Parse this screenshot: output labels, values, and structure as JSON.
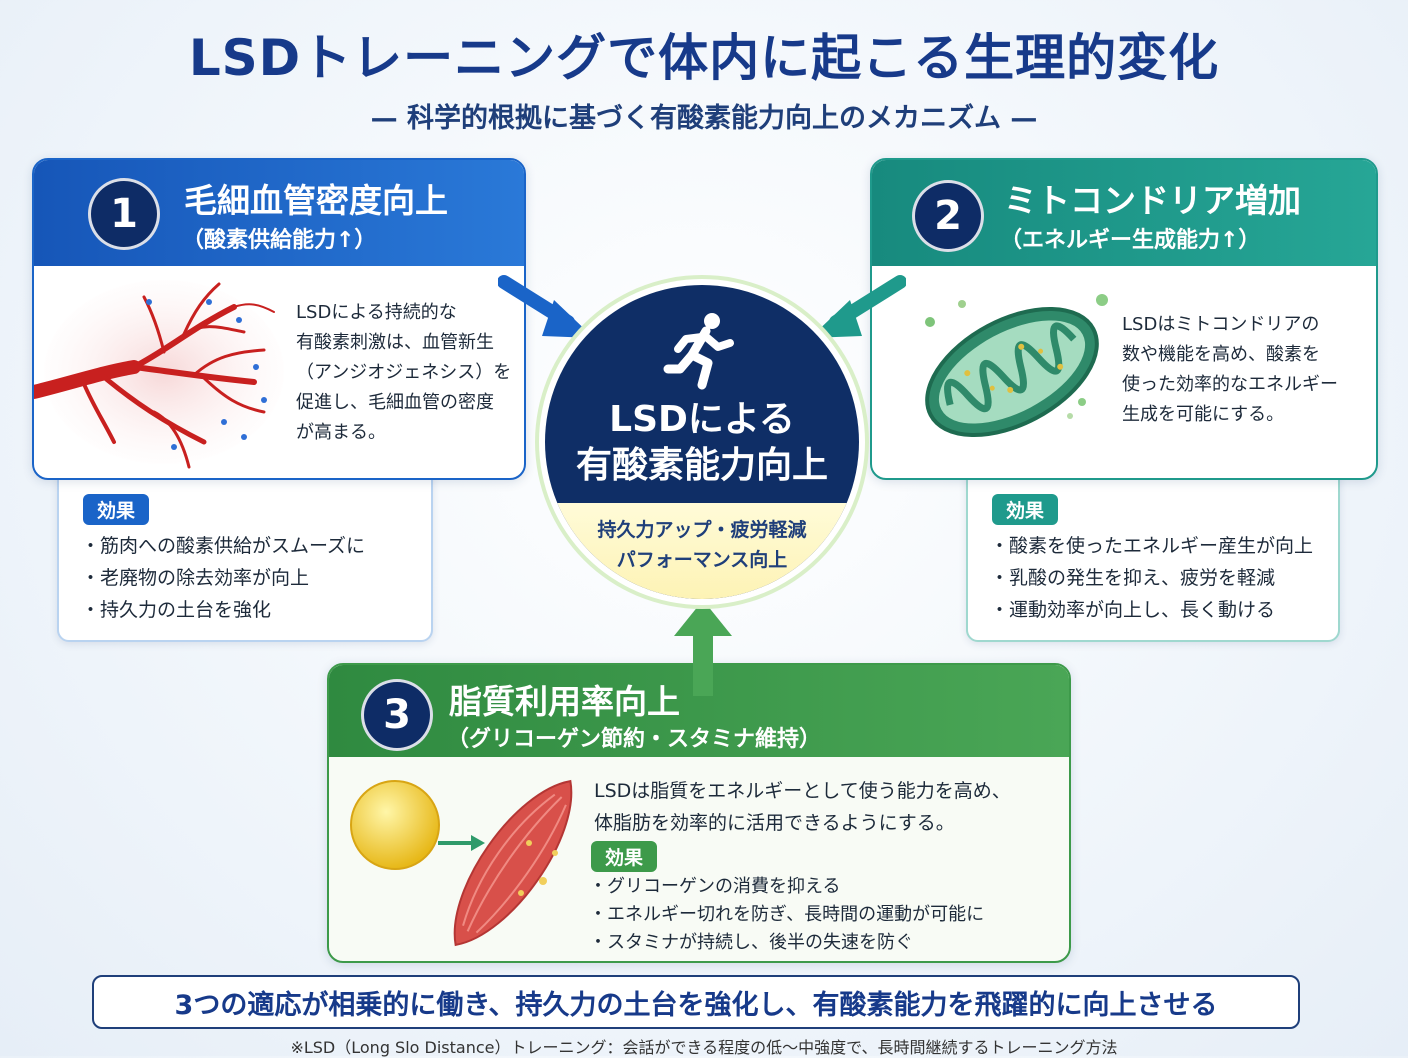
{
  "header": {
    "title": "LSDトレーニングで体内に起こる生理的変化",
    "subtitle": "— 科学的根拠に基づく有酸素能力向上のメカニズム —"
  },
  "panel1": {
    "number": "1",
    "title": "毛細血管密度向上",
    "subtitle": "（酸素供給能力↑）",
    "body": [
      "LSDによる持続的な",
      "有酸素刺激は、血管新生",
      "（アンジオジェネシス）を",
      "促進し、毛細血管の密度",
      "が高まる。"
    ],
    "effect_label": "効果",
    "effects": [
      "・筋肉への酸素供給がスムーズに",
      "・老廃物の除去効率が向上",
      "・持久力の土台を強化"
    ],
    "color": "#1a64c8"
  },
  "panel2": {
    "number": "2",
    "title": "ミトコンドリア増加",
    "subtitle": "（エネルギー生成能力↑）",
    "body": [
      "LSDはミトコンドリアの",
      "数や機能を高め、酸素を",
      "使った効率的なエネルギー",
      "生成を可能にする。"
    ],
    "effect_label": "効果",
    "effects": [
      "・酸素を使ったエネルギー産生が向上",
      "・乳酸の発生を抑え、疲労を軽減",
      "・運動効率が向上し、長く動ける"
    ],
    "color": "#1f9a8c"
  },
  "panel3": {
    "number": "3",
    "title": "脂質利用率向上",
    "subtitle": "（グリコーゲン節約・スタミナ維持）",
    "body": [
      "LSDは脂質をエネルギーとして使う能力を高め、",
      "体脂肪を効率的に活用できるようにする。"
    ],
    "effect_label": "効果",
    "effects": [
      "・グリコーゲンの消費を抑える",
      "・エネルギー切れを防ぎ、長時間の運動が可能に",
      "・スタミナが持続し、後半の失速を防ぐ"
    ],
    "color": "#3d9a4a"
  },
  "center": {
    "title_line1": "LSDによる",
    "title_line2": "有酸素能力向上",
    "band_line1": "持久力アップ・疲労軽減",
    "band_line2": "パフォーマンス向上",
    "icon": "runner-icon"
  },
  "conclusion": "3つの適応が相乗的に働き、持久力の土台を強化し、有酸素能力を飛躍的に向上させる",
  "footnote": "※LSD（Long Slo Distance）トレーニング：会話ができる程度の低〜中強度で、長時間継続するトレーニング方法"
}
